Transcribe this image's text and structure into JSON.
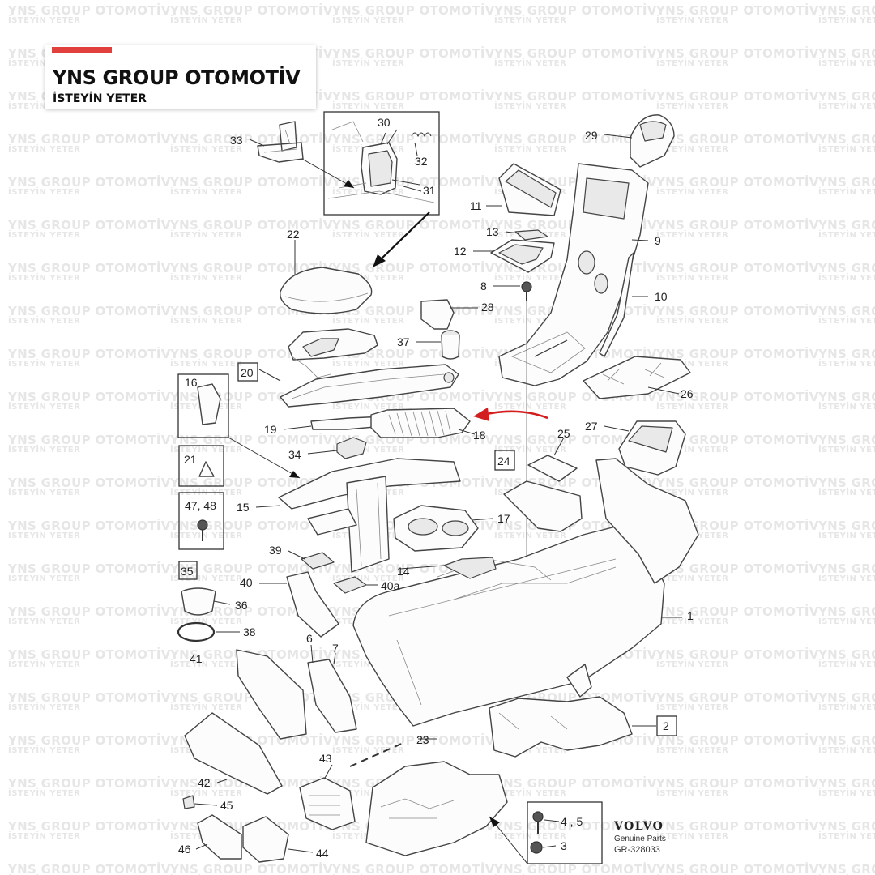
{
  "watermark": {
    "line1": "YNS GROUP OTOMOTİV",
    "line2": "İSTEYİN YETER"
  },
  "brand": {
    "title": "YNS GROUP OTOMOTİV",
    "subtitle": "İSTEYİN YETER",
    "accent": "#e2403c"
  },
  "callouts": [
    "1",
    "2",
    "3",
    "4 , 5",
    "6",
    "7",
    "8",
    "9",
    "10",
    "11",
    "12",
    "13",
    "14",
    "15",
    "16",
    "17",
    "18",
    "19",
    "20",
    "21",
    "22",
    "23",
    "24",
    "25",
    "26",
    "27",
    "28",
    "29",
    "30",
    "31",
    "32",
    "33",
    "34",
    "35",
    "36",
    "37",
    "38",
    "39",
    "40",
    "40a",
    "41",
    "42",
    "43",
    "44",
    "45",
    "46",
    "47, 48"
  ],
  "volvo": {
    "logo": "VOLVO",
    "genuine_parts": "Genuine Parts",
    "code": "GR-328033"
  },
  "colors": {
    "arrow": "#d21e1e",
    "line": "#333333"
  }
}
